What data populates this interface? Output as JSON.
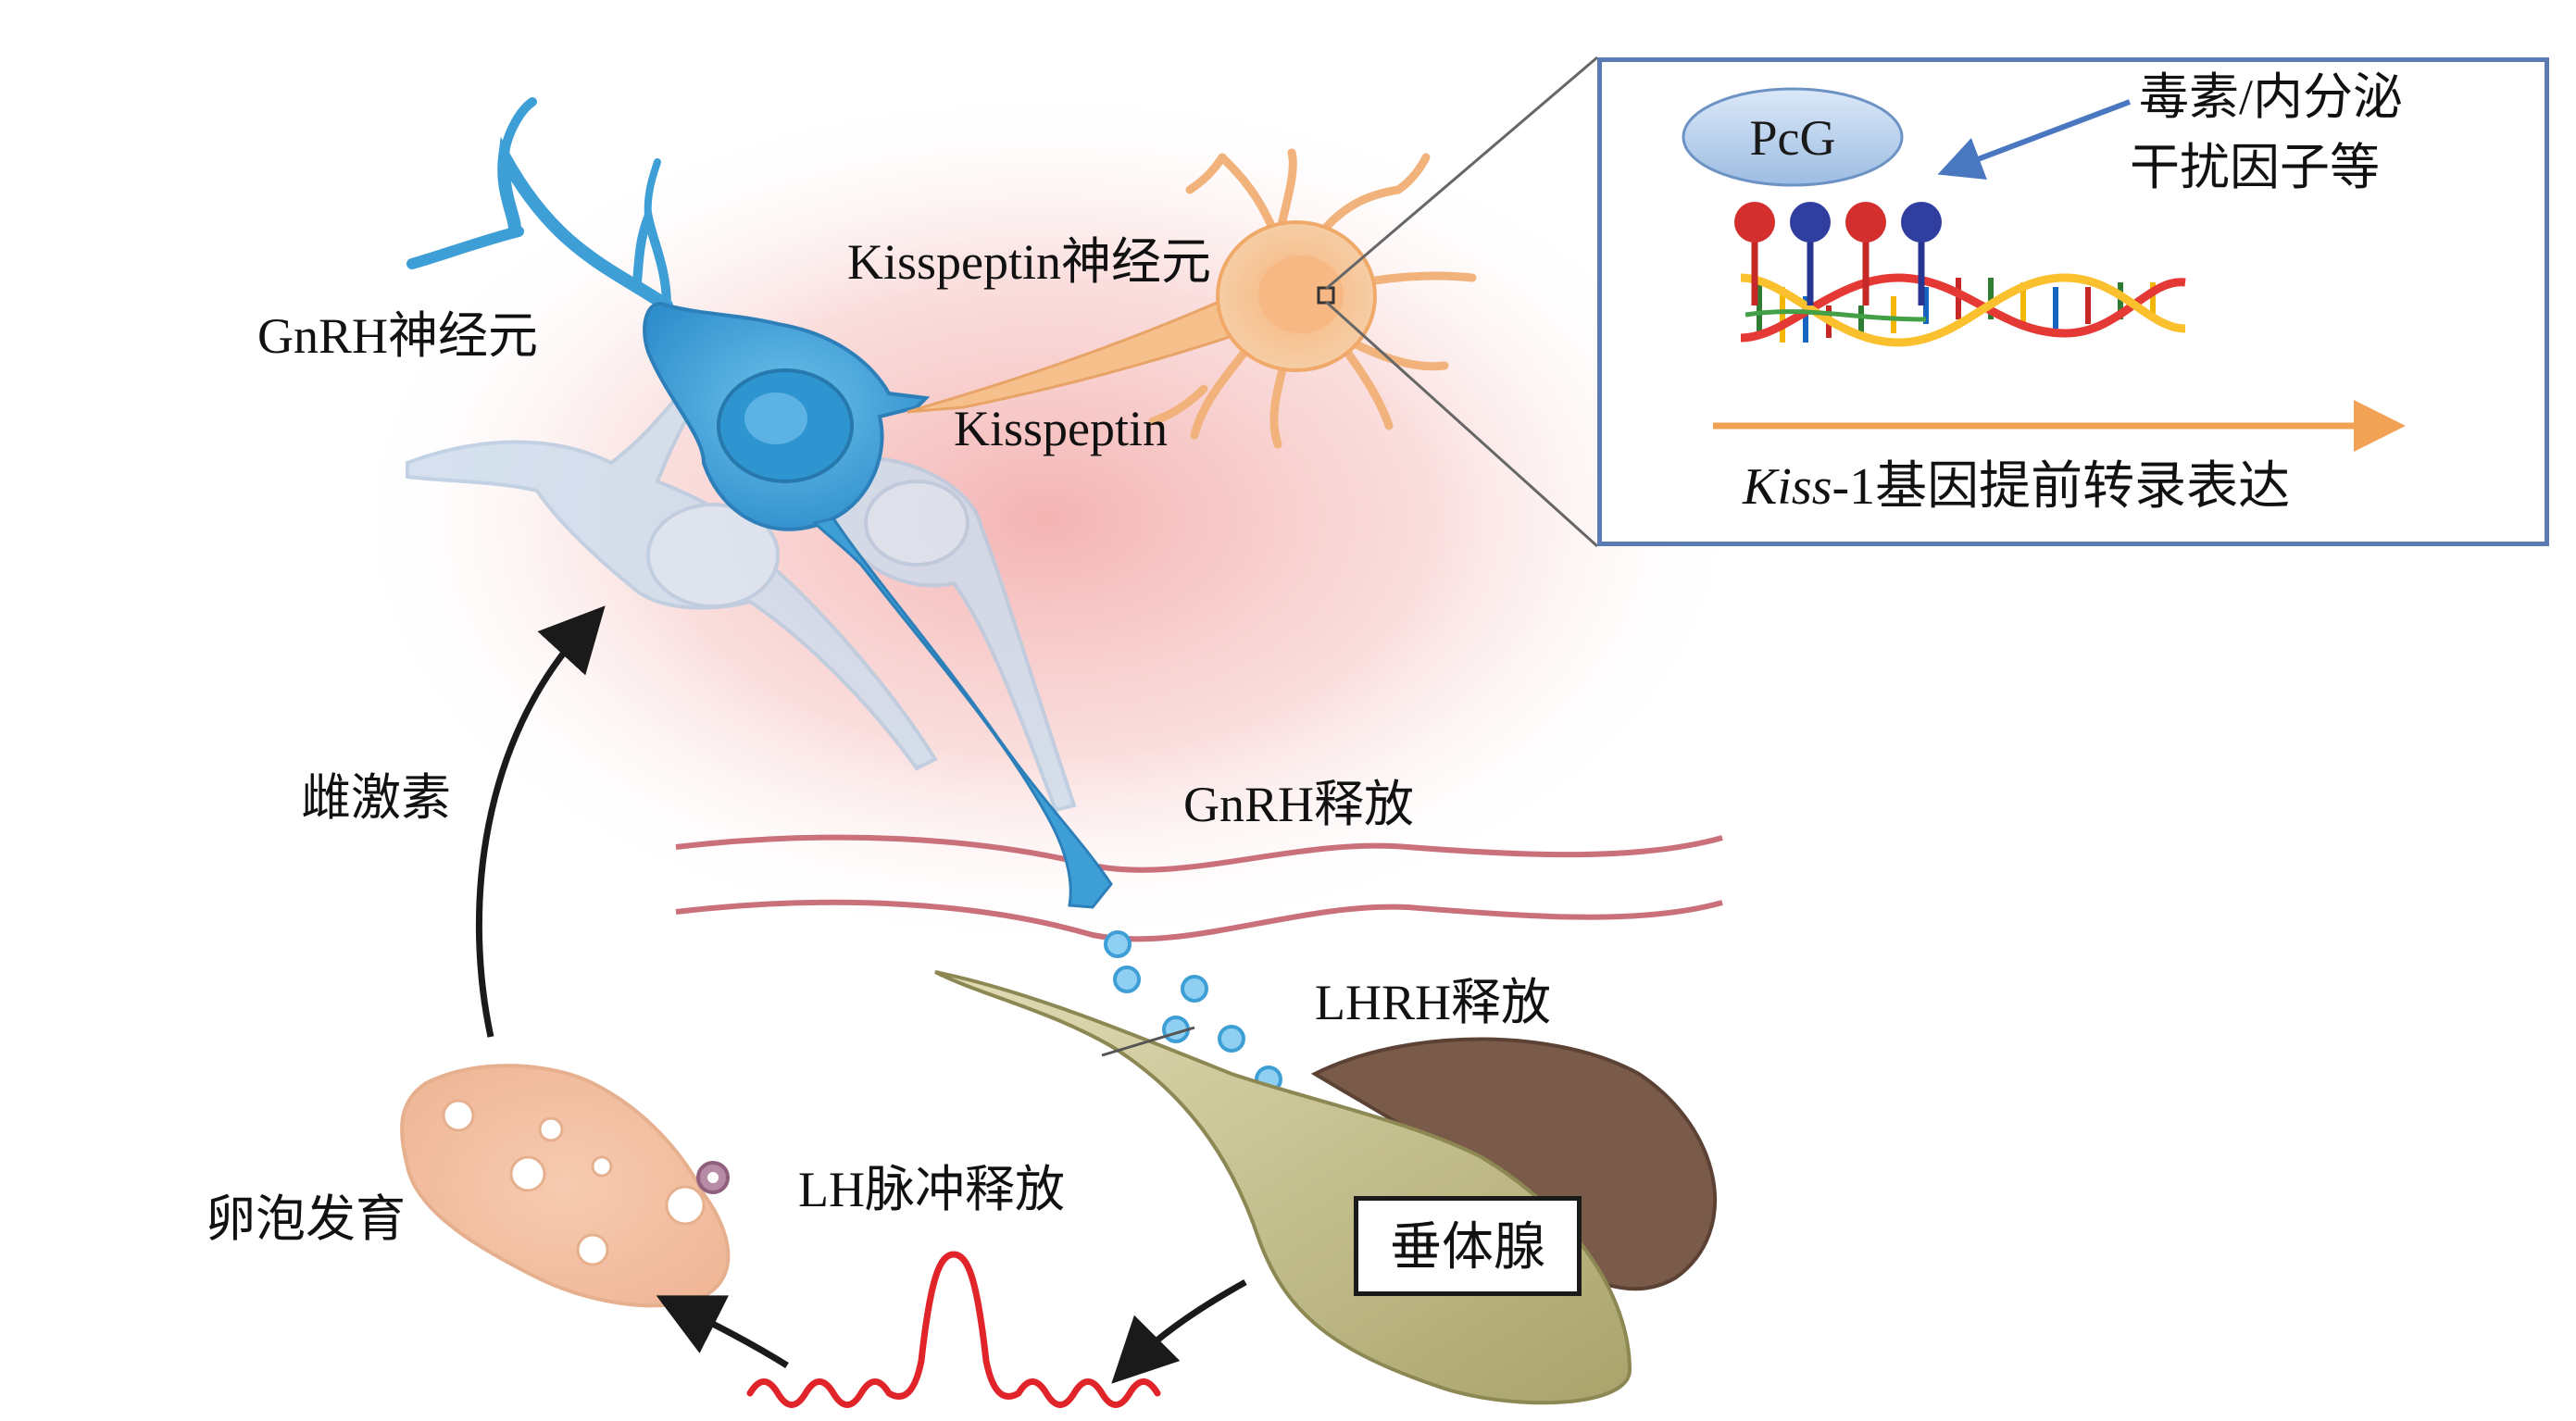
{
  "labels": {
    "gnrh_neuron": "GnRH神经元",
    "kisspeptin_neuron": "Kisspeptin神经元",
    "kisspeptin": "Kisspeptin",
    "estrogen": "雌激素",
    "gnrh_release": "GnRH释放",
    "lhrh_release": "LHRH释放",
    "lh_pulse_release": "LH脉冲释放",
    "follicle_development": "卵泡发育",
    "pituitary": "垂体腺"
  },
  "inset": {
    "pcg": "PcG",
    "toxin_line1": "毒素/内分泌",
    "toxin_line2": "干扰因子等",
    "gene_italic": "Kiss",
    "gene_rest": "-1基因提前转录表达"
  },
  "colors": {
    "gnrh_neuron": "#3d9fd6",
    "kisspeptin_neuron": "#f3c28f",
    "pituitary_anterior": "#c9c28e",
    "pituitary_posterior": "#7a5a48",
    "lh_pulse": "#e0242a",
    "inset_border": "#5b7bb3",
    "pcg_oval": "#bcd3ee",
    "blood_vessel": "#c9707a"
  }
}
